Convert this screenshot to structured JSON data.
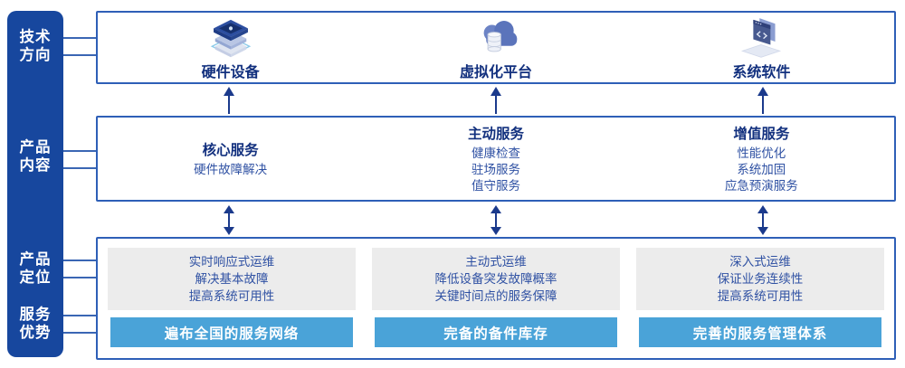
{
  "colors": {
    "sidebar_bg": "#17479E",
    "box_border": "#2E5FB7",
    "connector_line": "#3A66B4",
    "title_text": "#12307E",
    "body_text": "#2F51A3",
    "gray_panel": "#ECECEC",
    "advantage_bar": "#4AA3D8",
    "arrow": "#1B3A8C"
  },
  "sidebar": {
    "labels": [
      {
        "line1": "技术",
        "line2": "方向"
      },
      {
        "line1": "产品",
        "line2": "内容"
      },
      {
        "line1": "产品",
        "line2": "定位"
      },
      {
        "line1": "服务",
        "line2": "优势"
      }
    ]
  },
  "tech": {
    "items": [
      {
        "label": "硬件设备",
        "icon": "server-stack-icon"
      },
      {
        "label": "虚拟化平台",
        "icon": "cloud-database-icon"
      },
      {
        "label": "系统软件",
        "icon": "software-window-icon"
      }
    ]
  },
  "content": {
    "columns": [
      {
        "title": "核心服务",
        "items": [
          "硬件故障解决"
        ]
      },
      {
        "title": "主动服务",
        "items": [
          "健康检查",
          "驻场服务",
          "值守服务"
        ]
      },
      {
        "title": "增值服务",
        "items": [
          "性能优化",
          "系统加固",
          "应急预演服务"
        ]
      }
    ]
  },
  "positioning": {
    "columns": [
      {
        "lines": [
          "实时响应式运维",
          "解决基本故障",
          "提高系统可用性"
        ],
        "advantage": "遍布全国的服务网络"
      },
      {
        "lines": [
          "主动式运维",
          "降低设备突发故障概率",
          "关键时间点的服务保障"
        ],
        "advantage": "完备的备件库存"
      },
      {
        "lines": [
          "深入式运维",
          "保证业务连续性",
          "提高系统可用性"
        ],
        "advantage": "完善的服务管理体系"
      }
    ]
  }
}
